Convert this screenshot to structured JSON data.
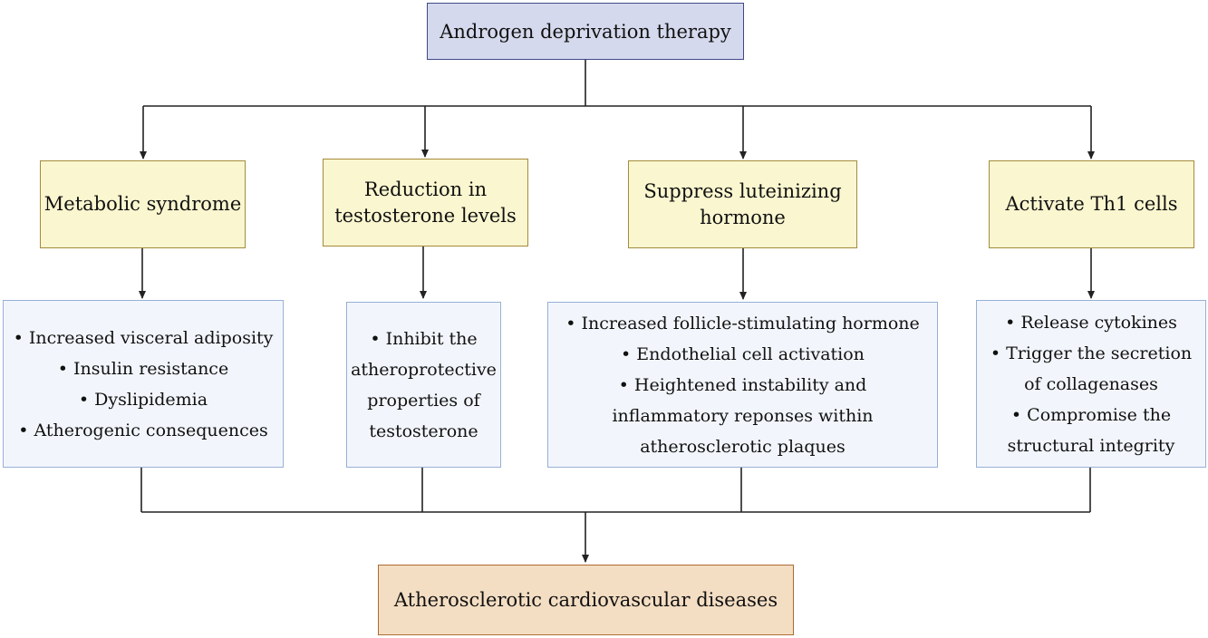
{
  "top": {
    "label": "Androgen deprivation therapy"
  },
  "causes": [
    {
      "lines": [
        "Metabolic syndrome"
      ]
    },
    {
      "lines": [
        "Reduction in",
        "testosterone levels"
      ]
    },
    {
      "lines": [
        "Suppress luteinizing",
        "hormone"
      ]
    },
    {
      "lines": [
        "Activate Th1 cells"
      ]
    }
  ],
  "details": [
    {
      "lines": [
        "• Increased visceral adiposity",
        "• Insulin resistance",
        "• Dyslipidemia",
        "• Atherogenic consequences"
      ]
    },
    {
      "lines": [
        "• Inhibit the",
        "atheroprotective",
        "properties of",
        "testosterone"
      ]
    },
    {
      "lines": [
        "• Increased follicle-stimulating hormone",
        "• Endothelial cell activation",
        "• Heightened instability and",
        "inflammatory reponses within",
        "atherosclerotic plaques"
      ]
    },
    {
      "lines": [
        "• Release cytokines",
        "• Trigger the secretion",
        "of collagenases",
        "• Compromise the",
        "structural integrity"
      ]
    }
  ],
  "bottom": {
    "label": "Atherosclerotic cardiovascular diseases"
  },
  "colors": {
    "top_fill": "#d5d9ed",
    "top_border": "#3f4a86",
    "cause_fill": "#faf6cf",
    "cause_border": "#a58a3c",
    "detail_fill": "#f2f6fc",
    "detail_border": "#97afd6",
    "bottom_fill": "#f4dec3",
    "bottom_border": "#ab6a33",
    "connector": "#222222"
  }
}
